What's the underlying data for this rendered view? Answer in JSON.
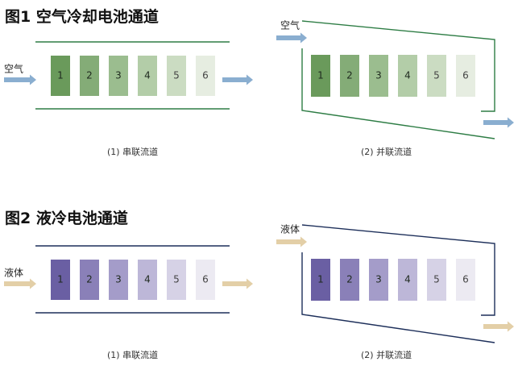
{
  "figure1": {
    "title": "图1 空气冷却电池通道",
    "fluid_label": "空气",
    "cells": [
      "1",
      "2",
      "3",
      "4",
      "5",
      "6"
    ],
    "colors": [
      "#6a9a5b",
      "#84ac77",
      "#9bbd8f",
      "#b3cda8",
      "#cbdcc2",
      "#e6ede1"
    ],
    "line_color": "#2e7d45",
    "arrow_color": "#8aaed0",
    "series_caption": "(1) 串联流道",
    "parallel_caption": "(2) 并联流道"
  },
  "figure2": {
    "title": "图2 液冷电池通道",
    "fluid_label": "液体",
    "cells": [
      "1",
      "2",
      "3",
      "4",
      "5",
      "6"
    ],
    "colors": [
      "#6a5fa3",
      "#8a80b8",
      "#a49cc9",
      "#bdb7d8",
      "#d6d2e6",
      "#eceaf2"
    ],
    "line_color": "#1d2f5a",
    "arrow_color": "#e3cfa7",
    "series_caption": "(1) 串联流道",
    "parallel_caption": "(2) 并联流道"
  }
}
